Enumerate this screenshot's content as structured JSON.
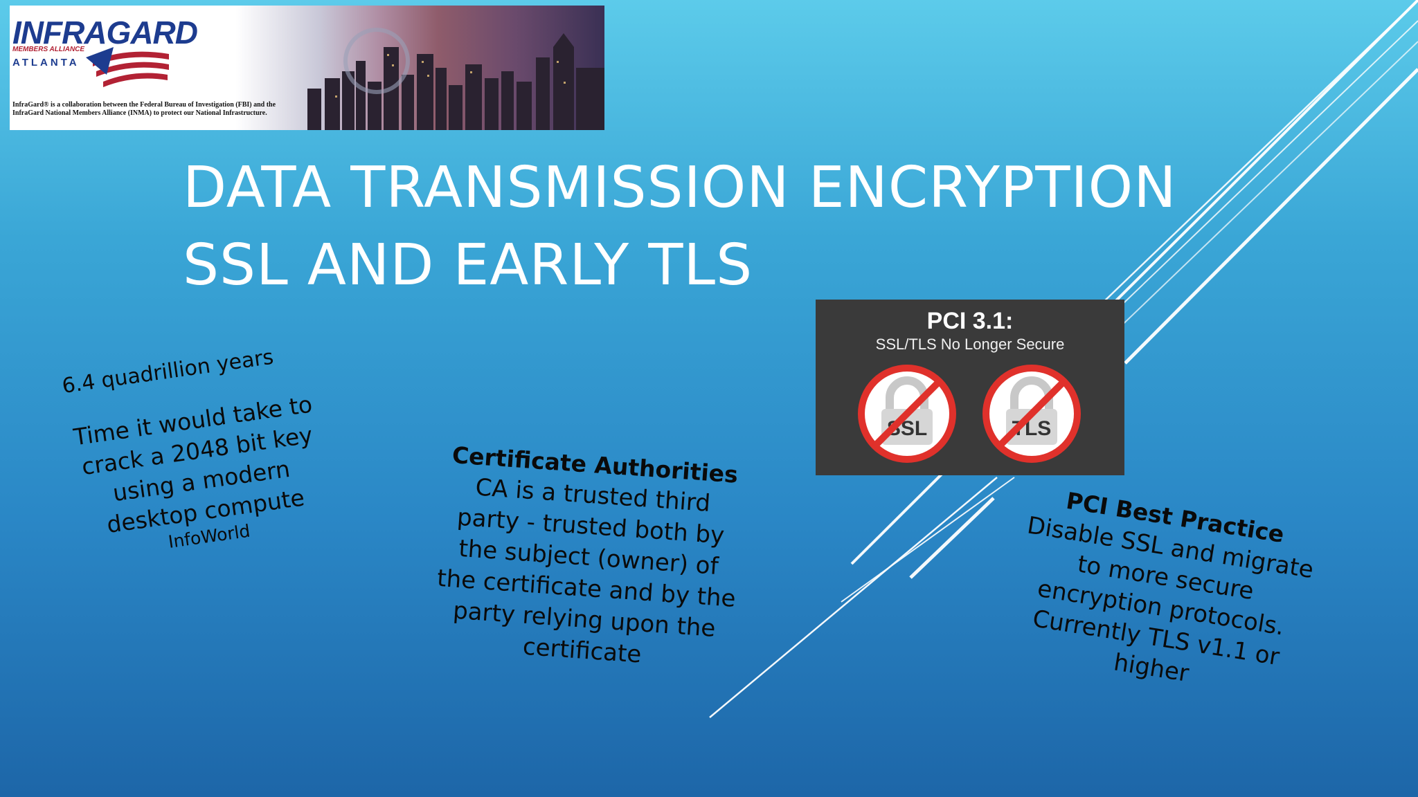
{
  "banner": {
    "logo": "INFRAGARD",
    "members_alliance": "MEMBERS ALLIANCE",
    "city": "ATLANTA",
    "caption": "InfraGard® is a collaboration between the Federal Bureau of Investigation (FBI) and the InfraGard National Members Alliance (INMA) to protect our National Infrastructure."
  },
  "title": {
    "line1": "DATA TRANSMISSION ENCRYPTION",
    "line2": "SSL AND EARLY TLS"
  },
  "fact": {
    "head": "6.4 quadrillion years",
    "body": "Time it would take to crack a 2048 bit key using a modern desktop compute",
    "source": "InfoWorld"
  },
  "ca": {
    "head": "Certificate Authorities",
    "body": "CA is a trusted third party - trusted both by the subject (owner) of the certificate and by the party relying upon the certificate"
  },
  "pci_panel": {
    "title": "PCI 3.1:",
    "subtitle": "SSL/TLS No Longer Secure",
    "ssl_label": "SSL",
    "tls_label": "TLS"
  },
  "best_practice": {
    "head": "PCI Best Practice",
    "body": "Disable SSL and migrate to more secure encryption protocols. Currently TLS v1.1 or higher"
  },
  "colors": {
    "background_top": "#5ccbea",
    "background_bottom": "#1d66a8",
    "prohibit_red": "#e0312b",
    "panel": "#3a3a3a"
  }
}
